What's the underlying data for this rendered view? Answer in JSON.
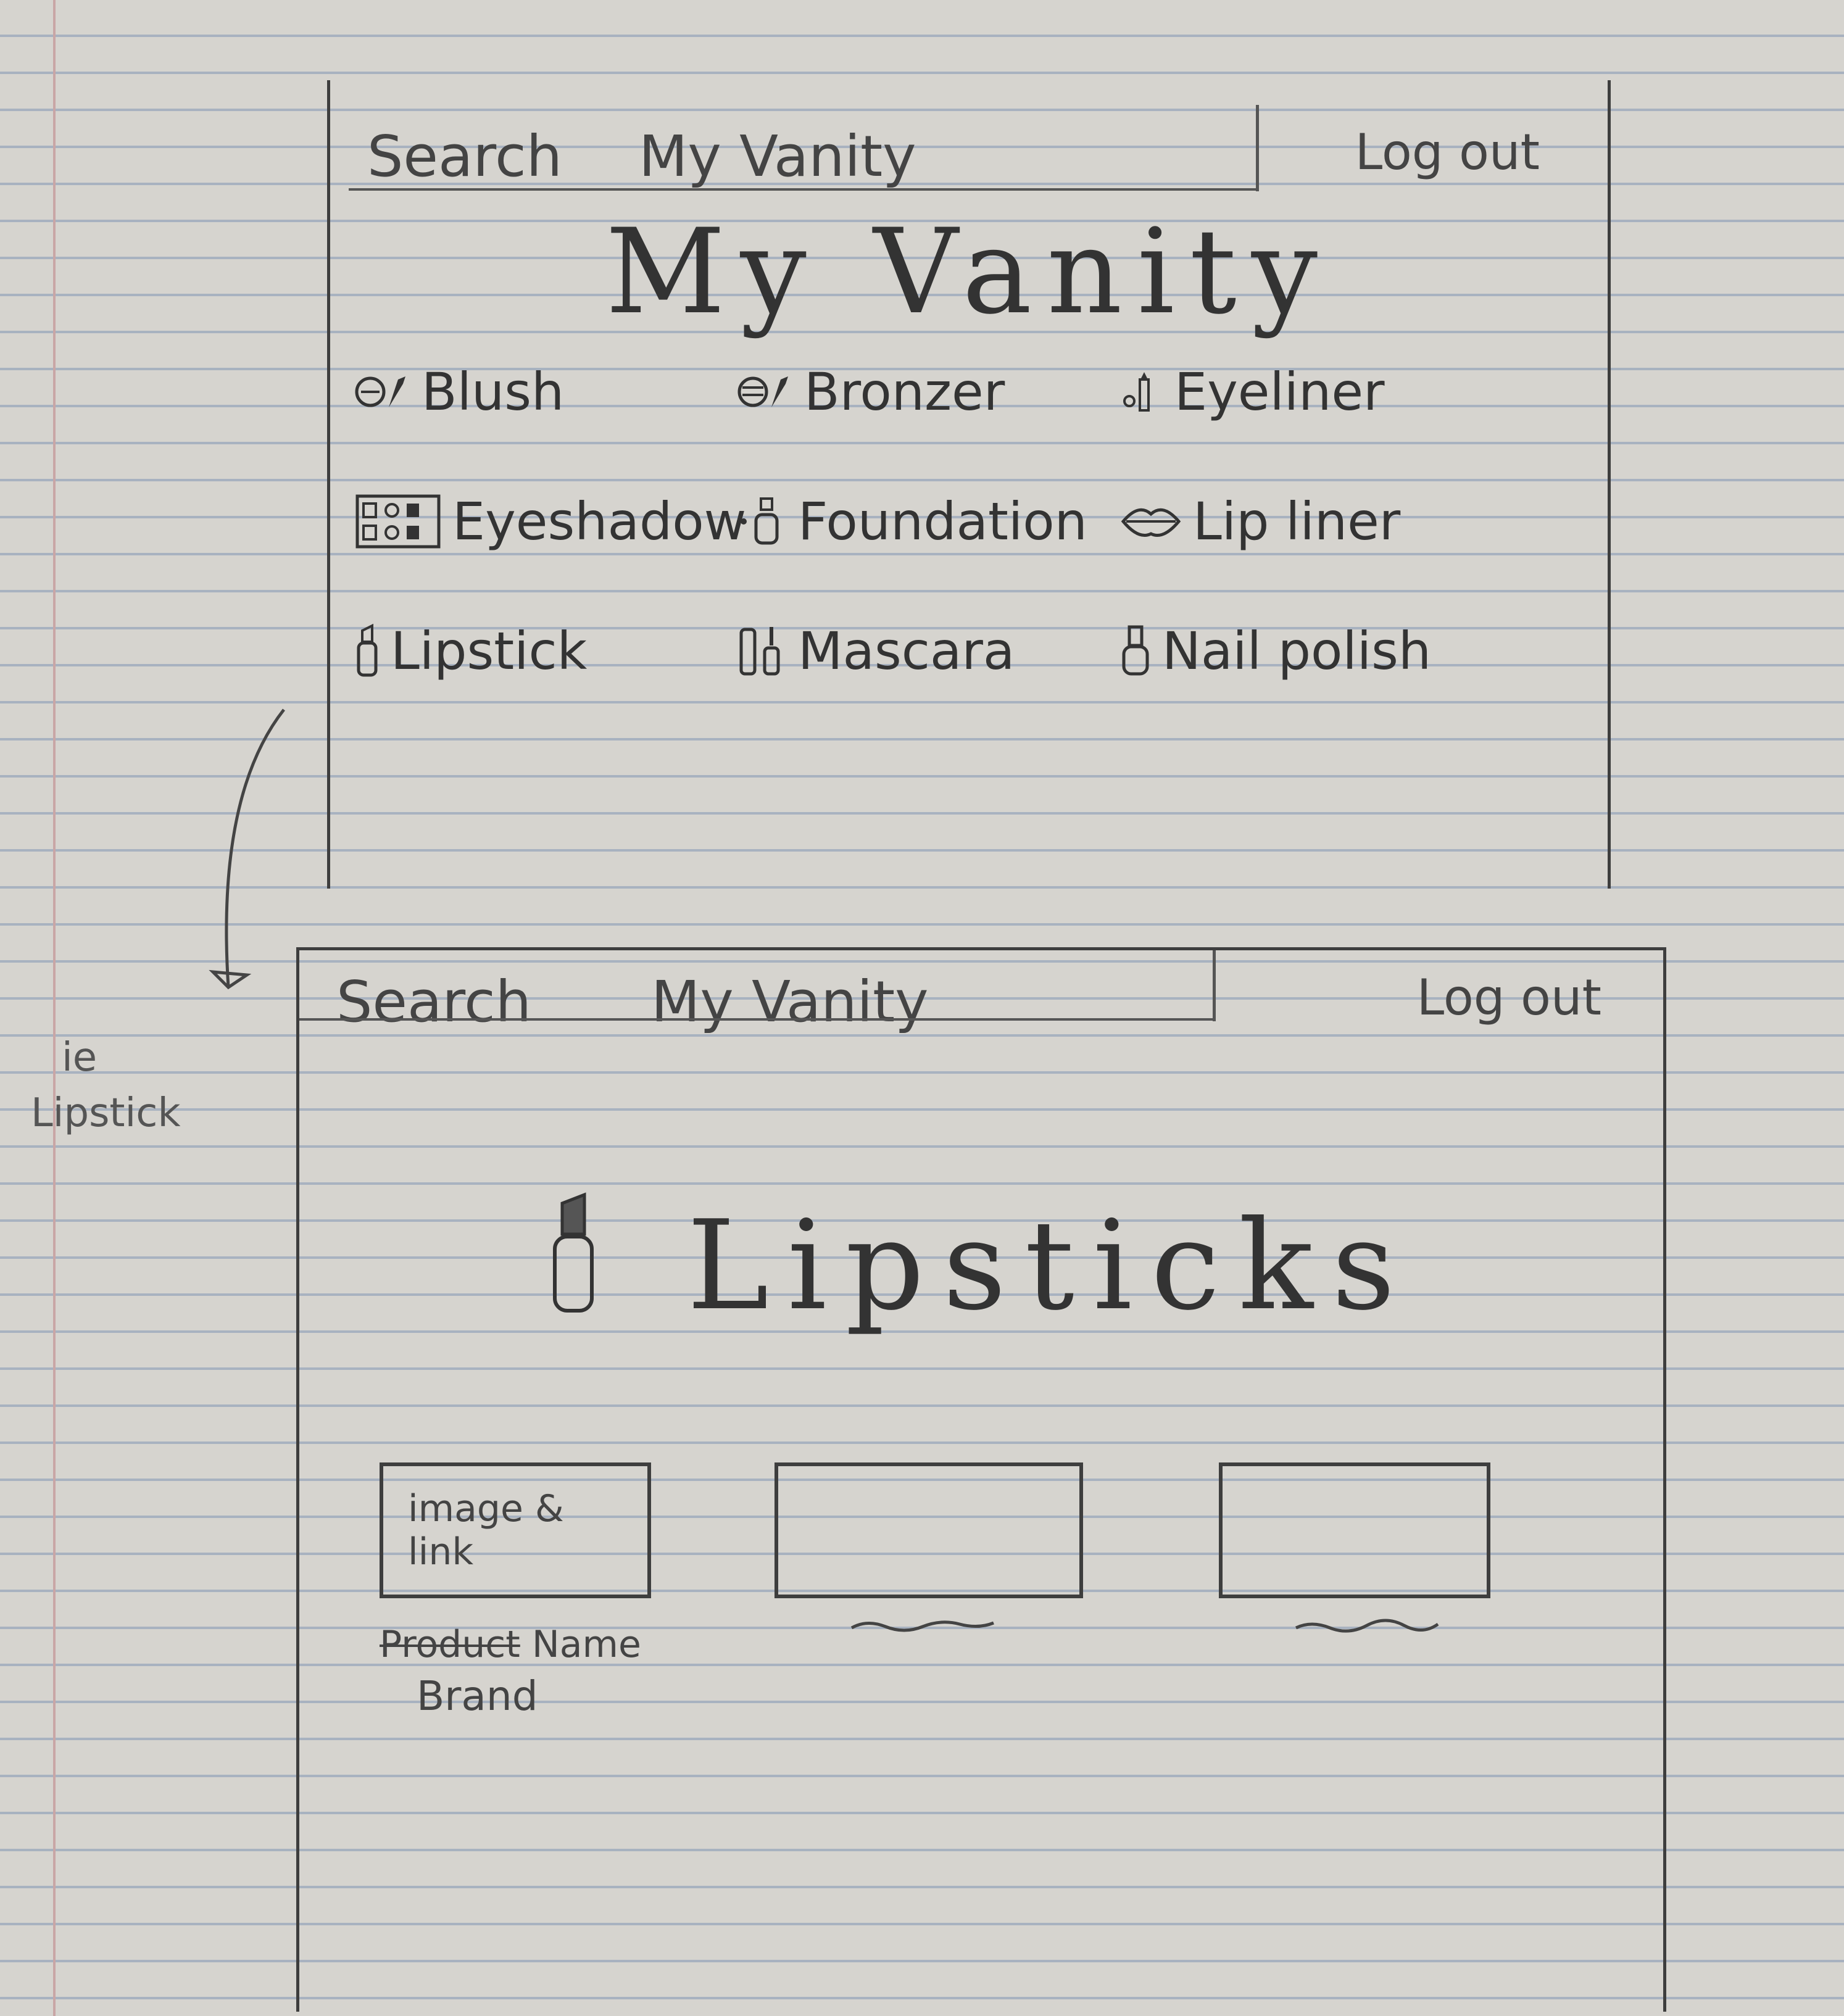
{
  "nav_top": {
    "search_label": "Search",
    "title": "My Vanity",
    "logout_label": "Log out"
  },
  "home": {
    "title": "My Vanity",
    "categories": [
      {
        "label": "Blush",
        "icon": "blush-compact-icon"
      },
      {
        "label": "Bronzer",
        "icon": "bronzer-compact-icon"
      },
      {
        "label": "Eyeliner",
        "icon": "eyeliner-icon"
      },
      {
        "label": "Eyeshadow",
        "icon": "eyeshadow-palette-icon"
      },
      {
        "label": "Foundation",
        "icon": "foundation-bottle-icon"
      },
      {
        "label": "Lip liner",
        "icon": "lips-icon"
      },
      {
        "label": "Lipstick",
        "icon": "lipstick-icon"
      },
      {
        "label": "Mascara",
        "icon": "mascara-icon"
      },
      {
        "label": "Nail polish",
        "icon": "nail-polish-icon"
      }
    ]
  },
  "annotation": {
    "line1": "ie",
    "line2": "Lipstick"
  },
  "nav_second": {
    "search_label": "Search",
    "title": "My Vanity",
    "logout_label": "Log out"
  },
  "results": {
    "title": "Lipsticks",
    "products": [
      {
        "image_line1": "image &",
        "image_line2": "link",
        "name_struck": "Product",
        "name": "Name",
        "brand": "Brand"
      },
      {
        "image_line1": "",
        "image_line2": "",
        "name_struck": "",
        "name": "",
        "brand": ""
      },
      {
        "image_line1": "",
        "image_line2": "",
        "name_struck": "",
        "name": "",
        "brand": ""
      }
    ]
  }
}
